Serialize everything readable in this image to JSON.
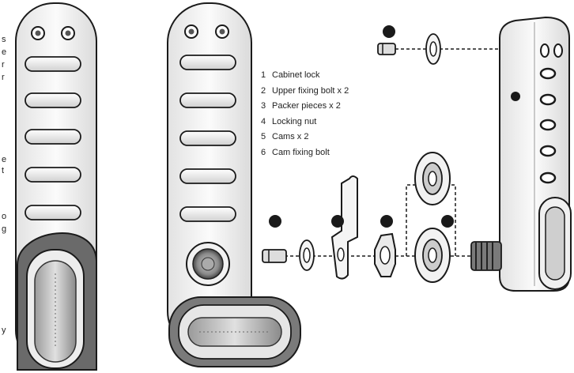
{
  "parts_list": [
    {
      "number": "1",
      "label": "Cabinet lock"
    },
    {
      "number": "2",
      "label": "Upper fixing bolt x 2"
    },
    {
      "number": "3",
      "label": "Packer pieces x 2"
    },
    {
      "number": "4",
      "label": "Locking nut"
    },
    {
      "number": "5",
      "label": "Cams x 2"
    },
    {
      "number": "6",
      "label": "Cam fixing bolt"
    }
  ],
  "cropped_text_fragments": [
    "s",
    "e",
    "r",
    "r",
    "e",
    "t",
    "o",
    "g",
    "y"
  ],
  "colors": {
    "line": "#1a1a1a",
    "panel_fill": "#f6f6f6",
    "key_fill": "#ececec",
    "dark_part": "#222222"
  }
}
